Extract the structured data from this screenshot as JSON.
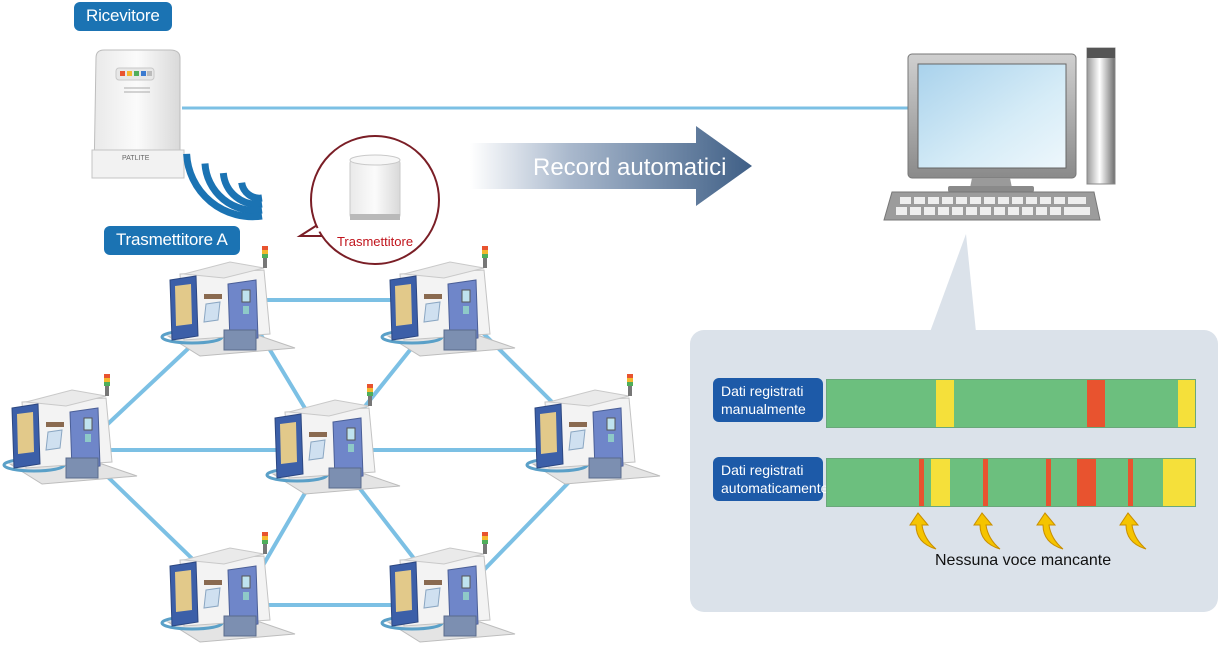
{
  "labels": {
    "receiver": "Ricevitore",
    "transmitter_a": "Trasmettitore A",
    "transmitter_bubble": "Trasmettitore",
    "arrow": "Record automatici",
    "receiver_brand": "PATLITE"
  },
  "panel": {
    "manual": {
      "label": "Dati registrati manualmente"
    },
    "automatic": {
      "label": "Dati registrati automaticamente"
    },
    "note": "Nessuna voce mancante"
  },
  "colors": {
    "tag": "#1b73b3",
    "row_label": "#1d5aa8",
    "bar_green": "#6cbf7e",
    "yellow": "#f5e03a",
    "red": "#e8532f",
    "network_line": "#7cc0e4",
    "panel_bg": "#dbe2ea"
  },
  "icons": [
    "receiver-icon",
    "wifi-signal-icon",
    "transmitter-icon",
    "computer-icon",
    "machine-icon",
    "arrow-icon"
  ]
}
